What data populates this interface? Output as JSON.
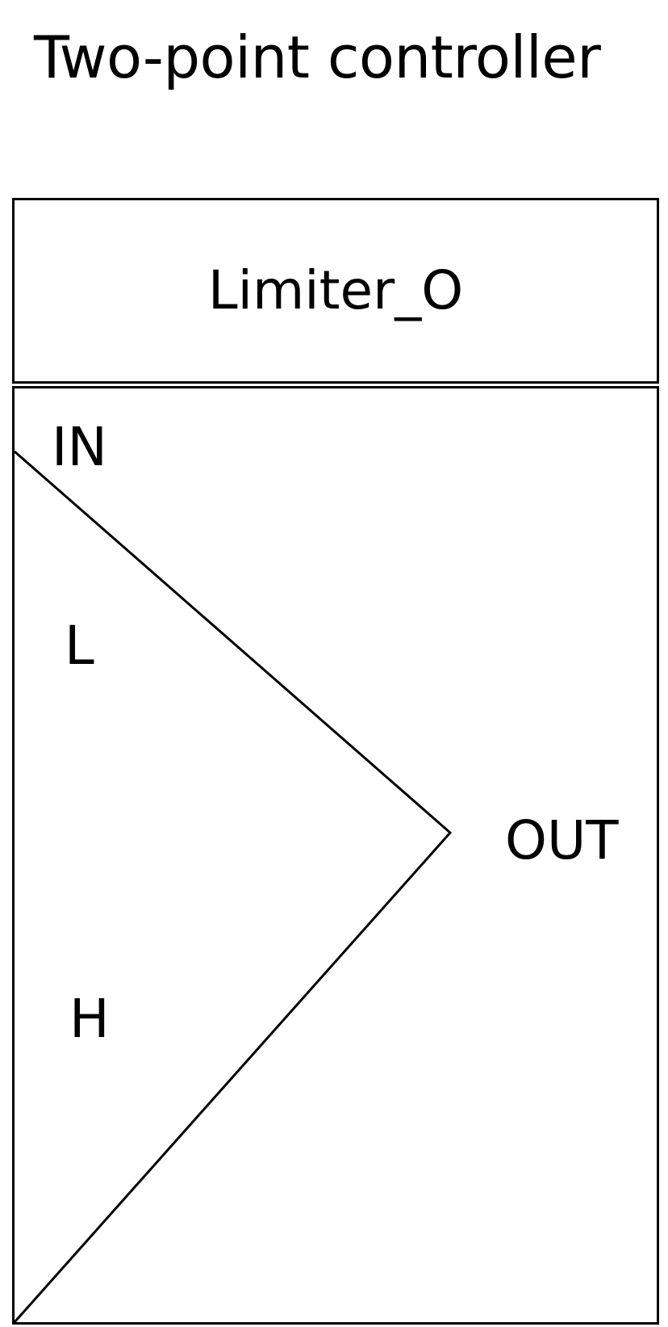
{
  "title": "Two-point controller",
  "block": {
    "name": "Limiter_O",
    "inputs": [
      {
        "label": "IN"
      },
      {
        "label": "L"
      },
      {
        "label": "H"
      }
    ],
    "output": {
      "label": "OUT"
    }
  },
  "colors": {
    "stroke": "#000000",
    "background": "#ffffff"
  }
}
